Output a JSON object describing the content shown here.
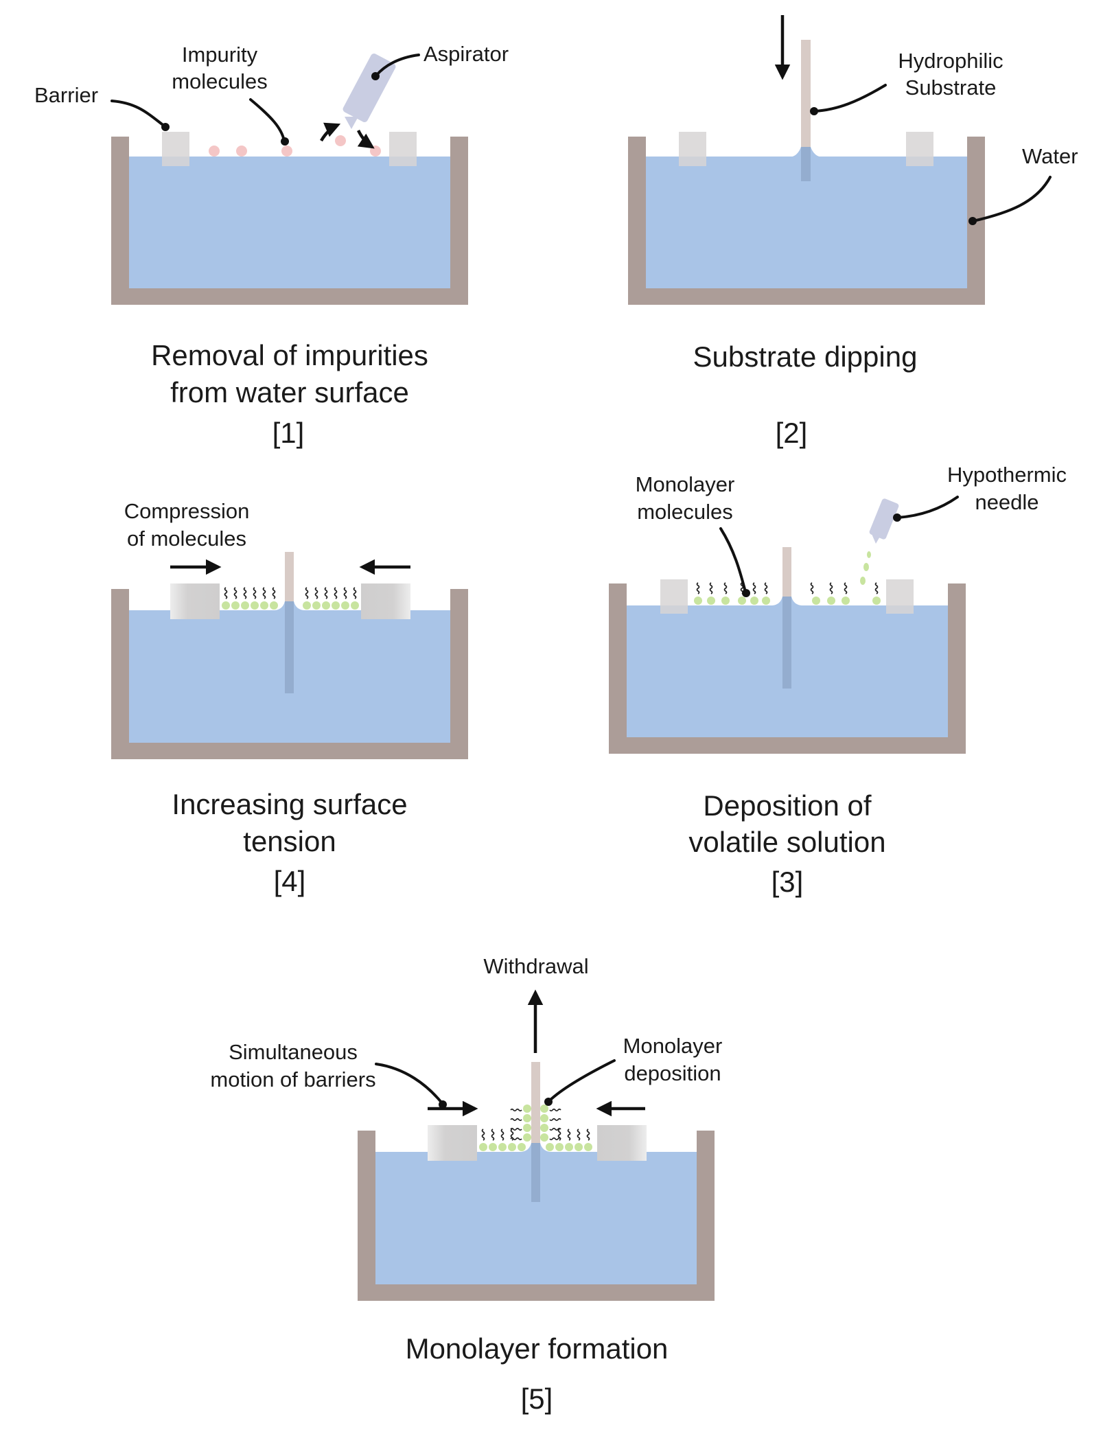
{
  "colors": {
    "water": "#a9c4e7",
    "trough": "#ac9d98",
    "barrier": "#d7d5d5",
    "substrate": "#d8cbc6",
    "monolayer_head": "#c8e49f",
    "impurity": "#f4c6c6",
    "needle": "#c9cde2"
  },
  "panels": [
    {
      "id": "1",
      "caption": [
        "Removal of impurities",
        "from water surface"
      ],
      "number": "[1]",
      "labels": {
        "barrier": "Barrier",
        "impurity": [
          "Impurity",
          "molecules"
        ],
        "aspirator": "Aspirator"
      }
    },
    {
      "id": "2",
      "caption": [
        "Substrate dipping"
      ],
      "number": "[2]",
      "labels": {
        "substrate": [
          "Hydrophilic",
          "Substrate"
        ],
        "water": "Water"
      }
    },
    {
      "id": "3",
      "caption": [
        "Deposition of",
        "volatile solution"
      ],
      "number": "[3]",
      "labels": {
        "monolayer": [
          "Monolayer",
          "molecules"
        ],
        "needle": [
          "Hypothermic",
          "needle"
        ]
      }
    },
    {
      "id": "4",
      "caption": [
        "Increasing surface",
        "tension"
      ],
      "number": "[4]",
      "labels": {
        "compression": [
          "Compression",
          "of molecules"
        ]
      }
    },
    {
      "id": "5",
      "caption": [
        "Monolayer formation"
      ],
      "number": "[5]",
      "labels": {
        "withdrawal": "Withdrawal",
        "motion": [
          "Simultaneous",
          "motion of barriers"
        ],
        "deposition": [
          "Monolayer",
          "deposition"
        ]
      }
    }
  ]
}
